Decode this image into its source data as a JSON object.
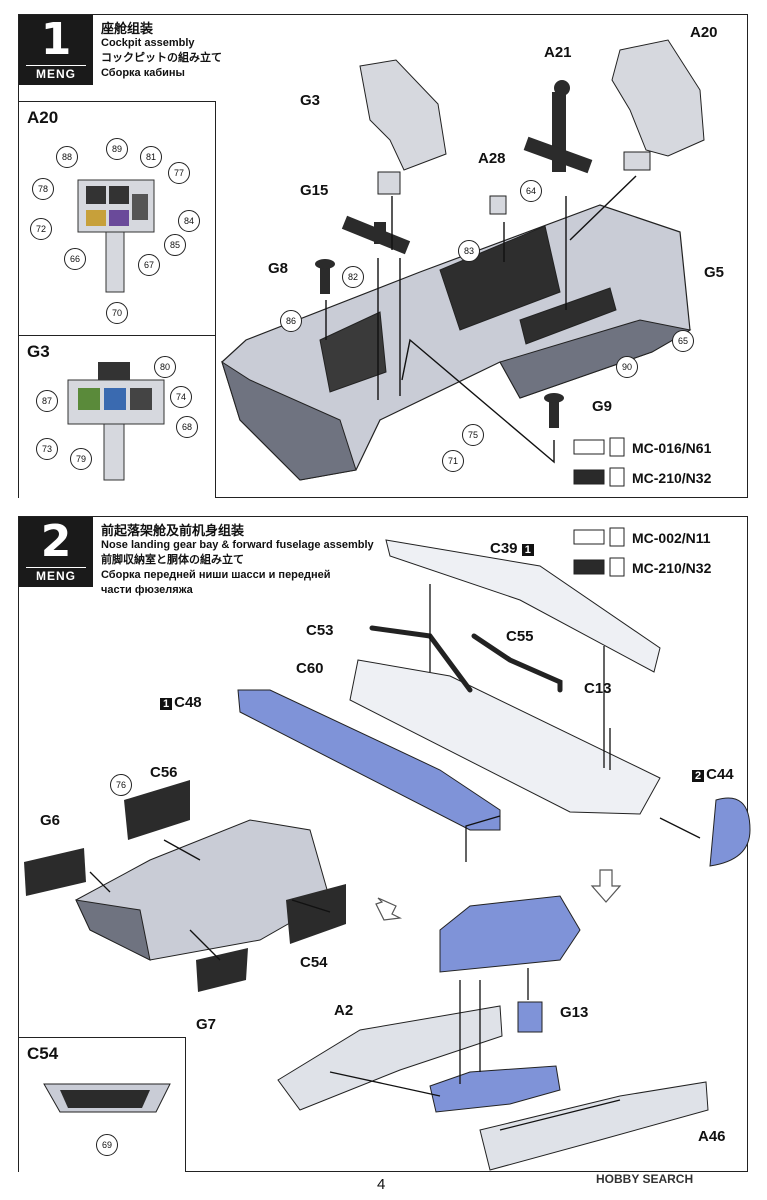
{
  "steps": [
    {
      "number": "1",
      "brand": "MENG",
      "title_zh": "座舱组装",
      "title_en": "Cockpit assembly",
      "title_ja": "コックピットの組み立て",
      "title_ru": "Сборка кабины",
      "inset_a": {
        "title": "A20",
        "callouts": [
          "88",
          "89",
          "81",
          "77",
          "78",
          "84",
          "72",
          "85",
          "66",
          "67",
          "70"
        ]
      },
      "inset_b": {
        "title": "G3",
        "callouts": [
          "80",
          "87",
          "74",
          "68",
          "73",
          "79"
        ]
      },
      "parts": [
        "A21",
        "A20",
        "G3",
        "A28",
        "G15",
        "G8",
        "82",
        "83",
        "64",
        "G5",
        "86",
        "65",
        "90",
        "G9",
        "75",
        "71"
      ],
      "paints": [
        {
          "code": "MC-016/N61",
          "color": "#ffffff"
        },
        {
          "code": "MC-210/N32",
          "color": "#2a2a2a"
        }
      ]
    },
    {
      "number": "2",
      "brand": "MENG",
      "title_zh": "前起落架舱及前机身组装",
      "title_en": "Nose landing gear bay & forward fuselage assembly",
      "title_ja": "前脚収納室と胴体の組み立て",
      "title_ru": "Сборка передней ниши шасси и передней",
      "title_ru2": "части фюзеляжа",
      "paints": [
        {
          "code": "MC-002/N11",
          "color": "#ffffff"
        },
        {
          "code": "MC-210/N32",
          "color": "#2a2a2a"
        }
      ],
      "parts": {
        "c39": "C39",
        "c39_box": "1",
        "c53": "C53",
        "c55": "C55",
        "c60": "C60",
        "c48": "C48",
        "c48_box": "1",
        "c13": "C13",
        "c44": "C44",
        "c44_box": "2",
        "c56": "C56",
        "g6": "G6",
        "c54": "C54",
        "g7": "G7",
        "a2": "A2",
        "g13": "G13",
        "a46": "A46",
        "callout_76": "76"
      },
      "inset": {
        "title": "C54",
        "callouts": [
          "69"
        ]
      }
    }
  ],
  "page_number": "4",
  "footer": "HOBBY SEARCH",
  "colors": {
    "blue_part": "#7f93d8",
    "grey_part": "#c9ccd6",
    "dark_part": "#2b2b2b"
  }
}
